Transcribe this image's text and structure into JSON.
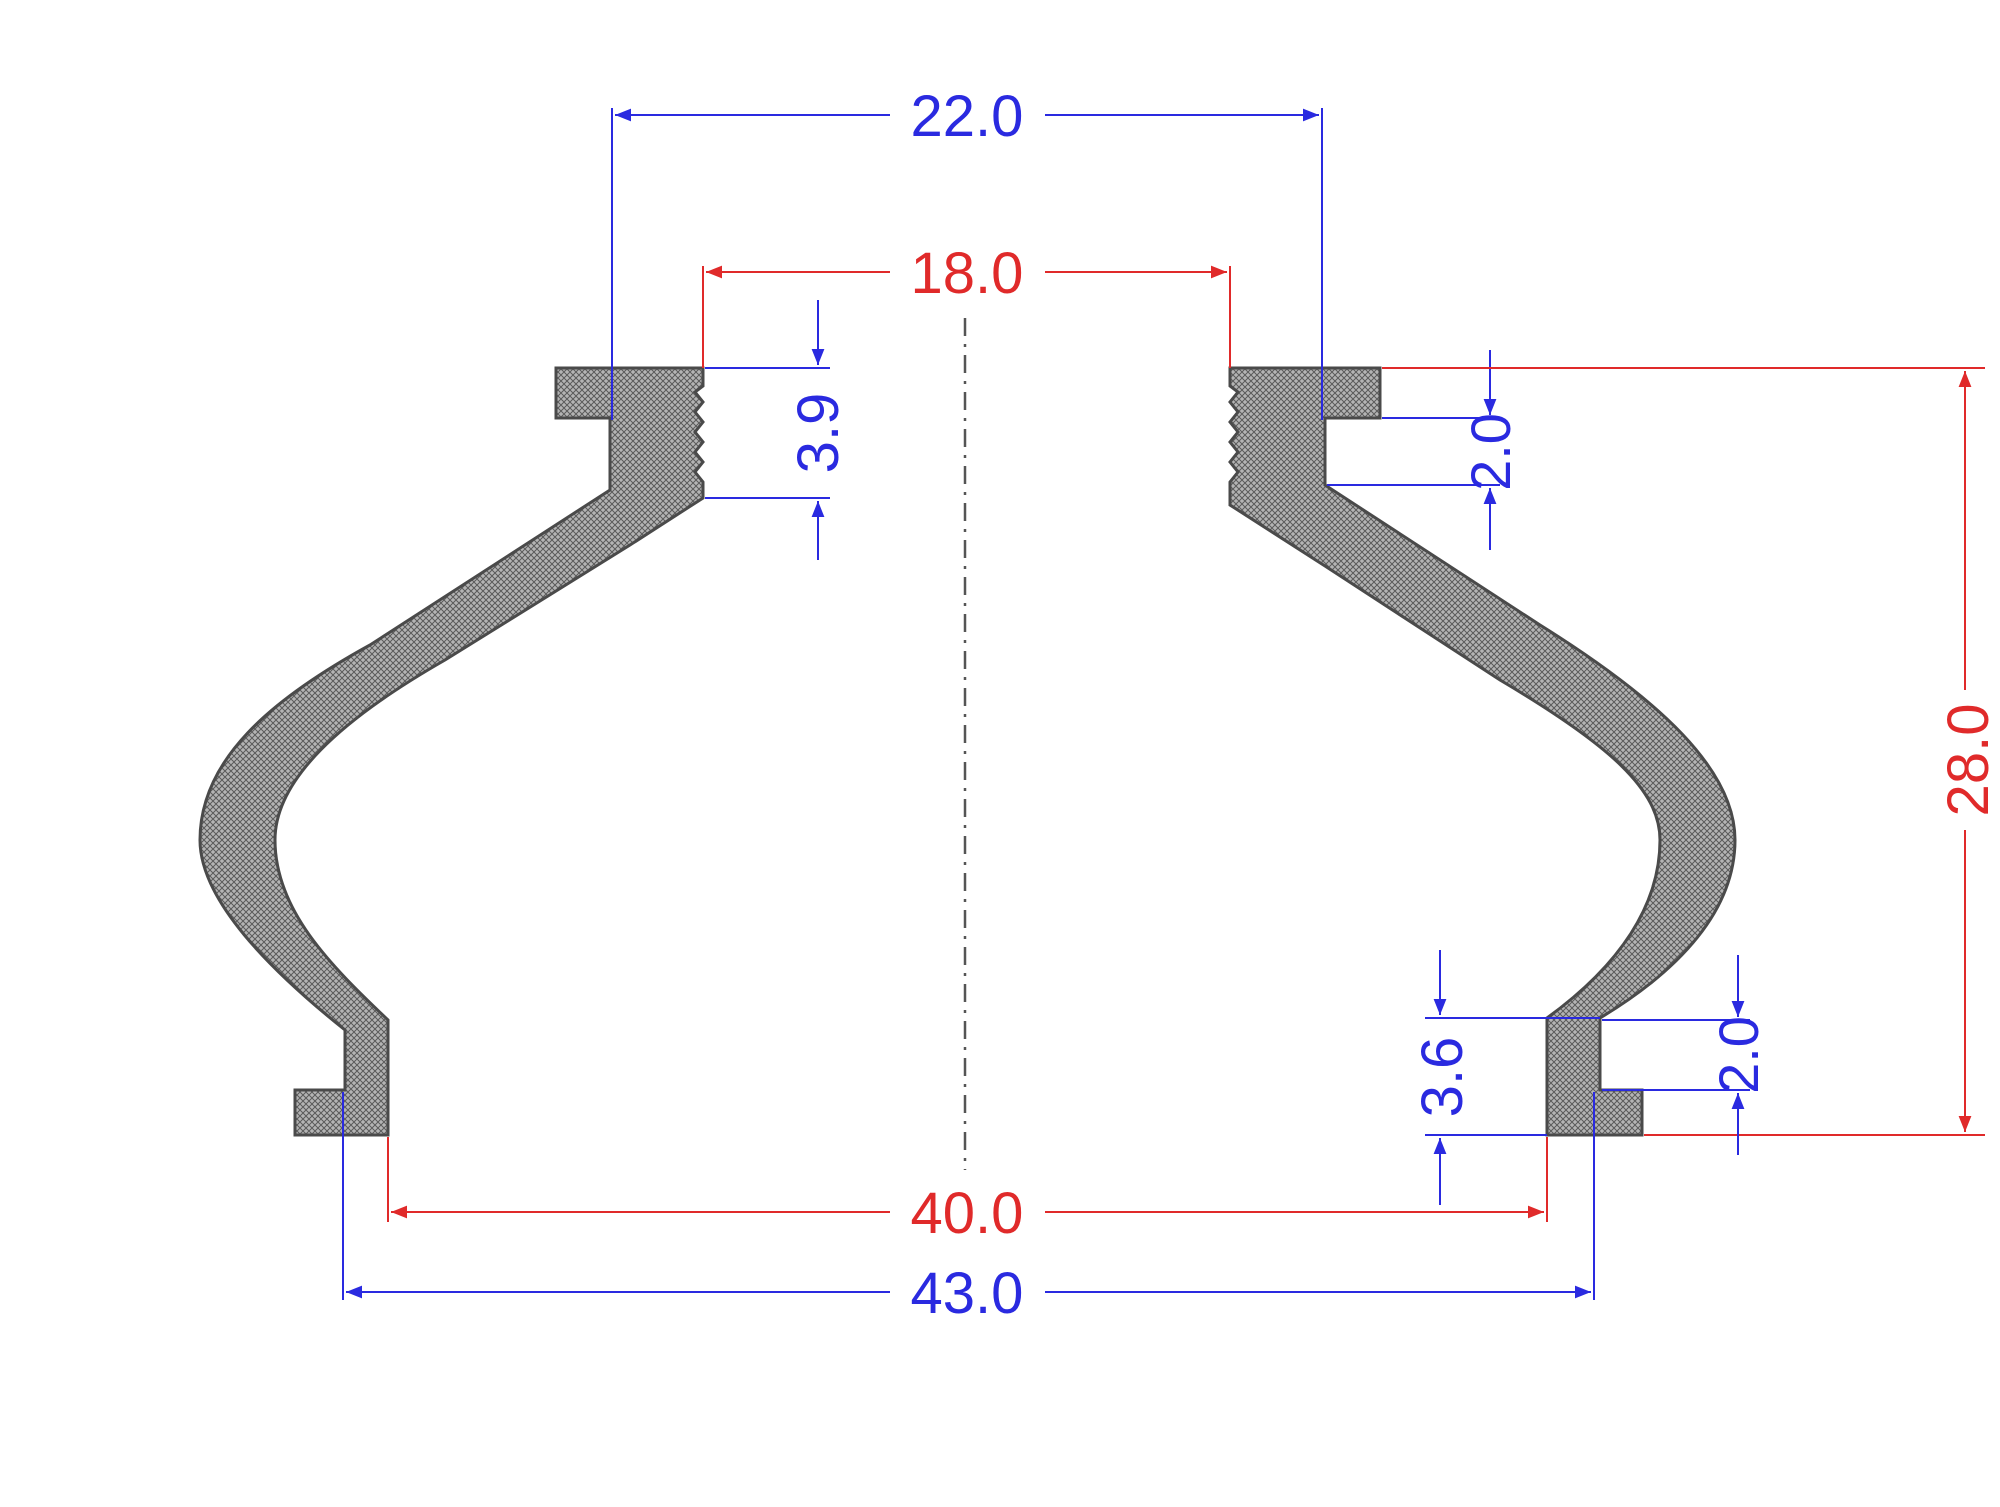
{
  "colors": {
    "blue": "#2a2ae0",
    "red": "#e02a2a",
    "body_fill": "#a9a9a9",
    "body_stroke": "#4a4a4a",
    "centerline": "#555555"
  },
  "dimensions": {
    "top_outer_width": "22.0",
    "top_inner_width": "18.0",
    "top_left_groove_height": "3.9",
    "top_right_step": "2.0",
    "overall_height": "28.0",
    "bottom_left_step": "3.6",
    "bottom_right_step": "2.0",
    "bottom_inner_width": "40.0",
    "bottom_outer_width": "43.0"
  }
}
